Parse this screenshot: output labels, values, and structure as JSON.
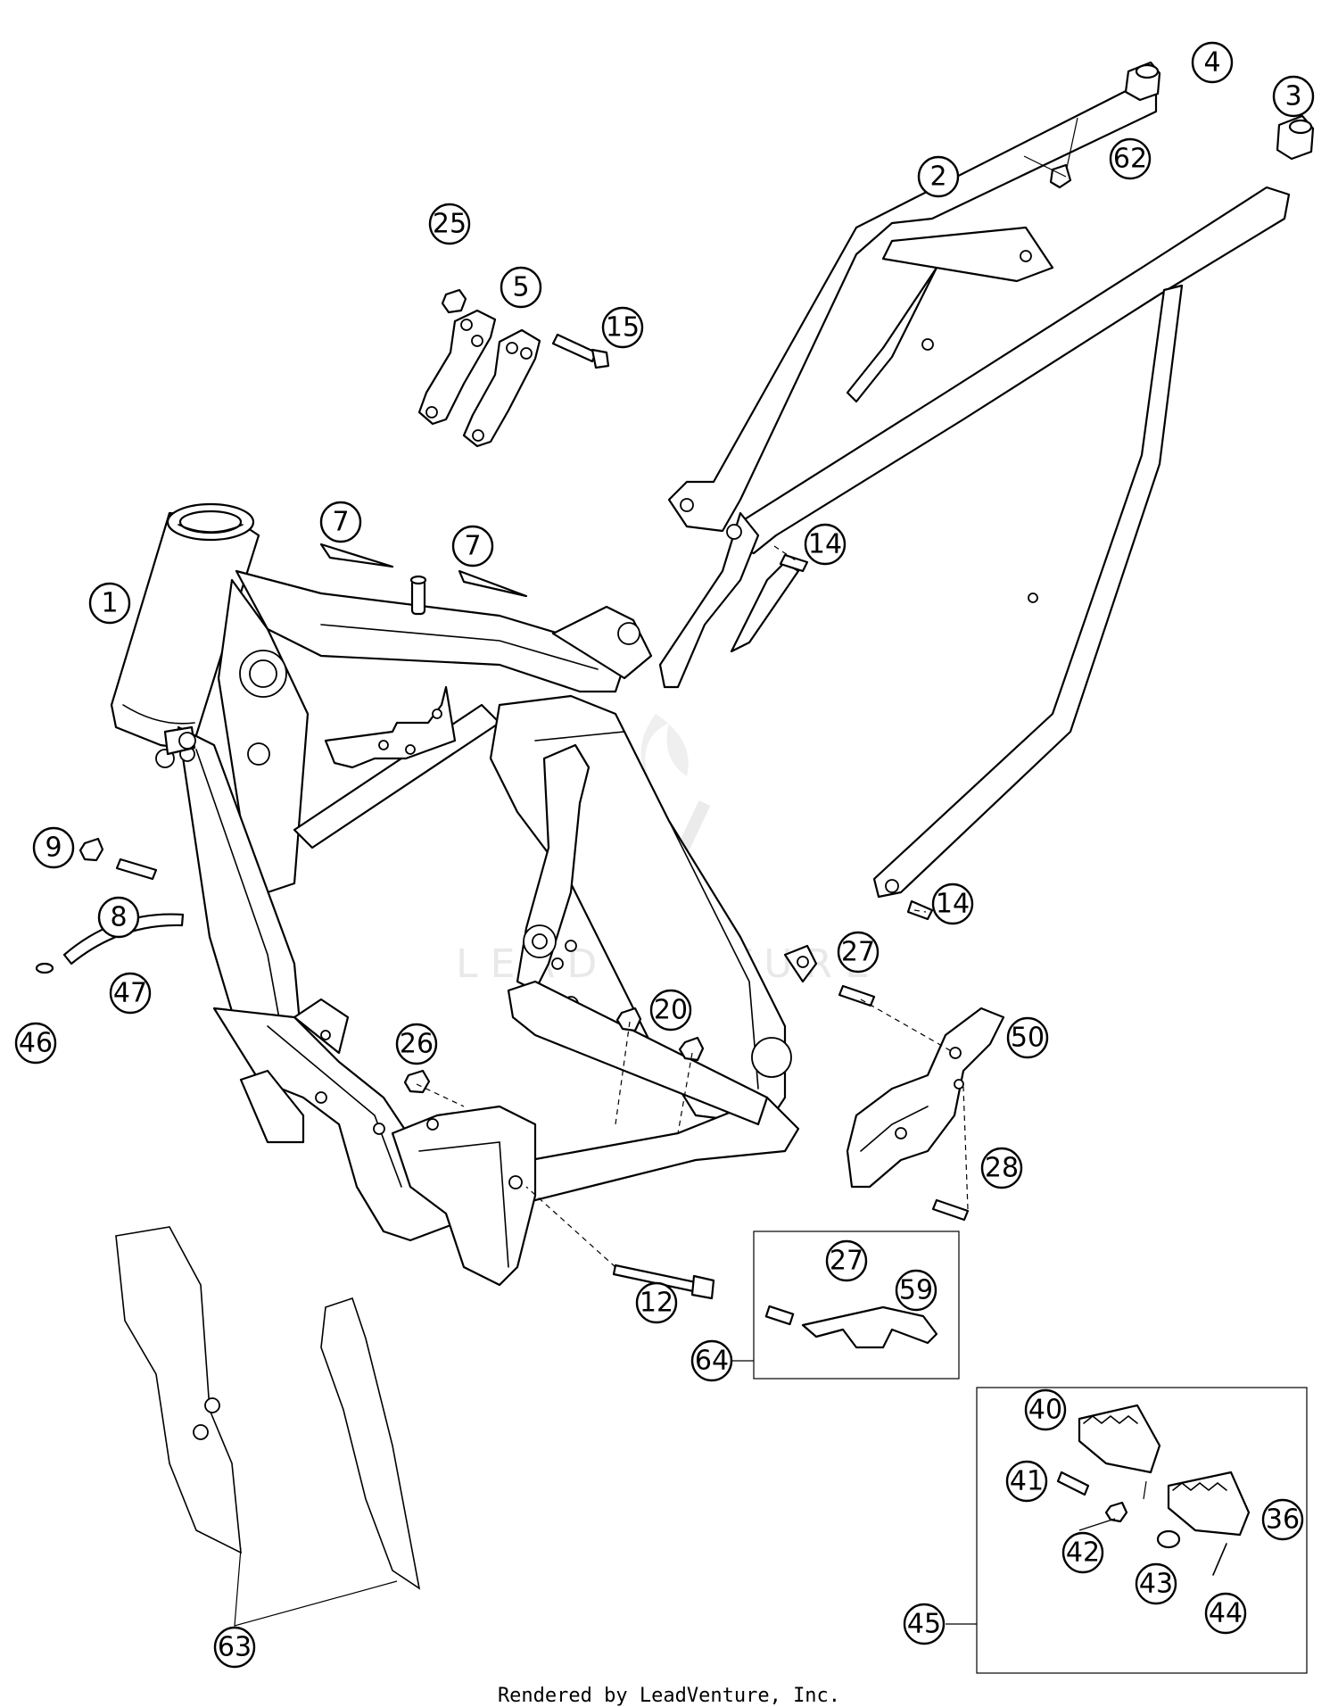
{
  "footer": {
    "credit": "Rendered by LeadVenture, Inc."
  },
  "watermark": {
    "text": "LEADVENTURE"
  },
  "callouts": [
    {
      "id": "c1",
      "label": "1"
    },
    {
      "id": "c2",
      "label": "2"
    },
    {
      "id": "c3",
      "label": "3"
    },
    {
      "id": "c4",
      "label": "4"
    },
    {
      "id": "c5",
      "label": "5"
    },
    {
      "id": "c7a",
      "label": "7"
    },
    {
      "id": "c7b",
      "label": "7"
    },
    {
      "id": "c8",
      "label": "8"
    },
    {
      "id": "c9",
      "label": "9"
    },
    {
      "id": "c12",
      "label": "12"
    },
    {
      "id": "c14a",
      "label": "14"
    },
    {
      "id": "c14b",
      "label": "14"
    },
    {
      "id": "c15",
      "label": "15"
    },
    {
      "id": "c20",
      "label": "20"
    },
    {
      "id": "c25",
      "label": "25"
    },
    {
      "id": "c26",
      "label": "26"
    },
    {
      "id": "c27a",
      "label": "27"
    },
    {
      "id": "c27b",
      "label": "27"
    },
    {
      "id": "c28",
      "label": "28"
    },
    {
      "id": "c36",
      "label": "36"
    },
    {
      "id": "c40",
      "label": "40"
    },
    {
      "id": "c41",
      "label": "41"
    },
    {
      "id": "c42",
      "label": "42"
    },
    {
      "id": "c43",
      "label": "43"
    },
    {
      "id": "c44",
      "label": "44"
    },
    {
      "id": "c45",
      "label": "45"
    },
    {
      "id": "c46",
      "label": "46"
    },
    {
      "id": "c47",
      "label": "47"
    },
    {
      "id": "c50",
      "label": "50"
    },
    {
      "id": "c59",
      "label": "59"
    },
    {
      "id": "c62",
      "label": "62"
    },
    {
      "id": "c63",
      "label": "63"
    },
    {
      "id": "c64",
      "label": "64"
    }
  ]
}
